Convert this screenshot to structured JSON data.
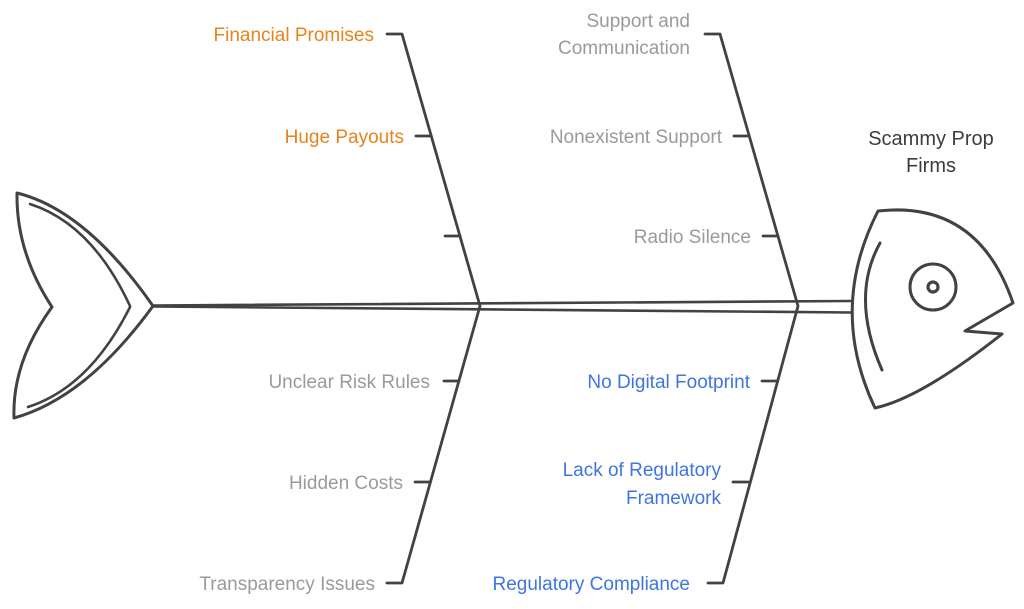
{
  "diagram": {
    "type": "fishbone",
    "head_label": "Scammy Prop Firms",
    "head_label_lines": [
      "Scammy Prop",
      "Firms"
    ]
  },
  "colors": {
    "line": "#424242",
    "orange": "#E8821C",
    "gray": "#9A9A9A",
    "blue": "#3E75E3",
    "title": "#3C3C3C",
    "background": "#FFFFFF"
  },
  "branches": {
    "top_left": {
      "color": "#E8821C",
      "labels": [
        {
          "lines": [
            "Financial Promises"
          ]
        },
        {
          "lines": [
            "Huge Payouts"
          ]
        },
        {
          "lines": [
            ""
          ]
        }
      ]
    },
    "top_right": {
      "color": "#9A9A9A",
      "labels": [
        {
          "lines": [
            "Support and",
            "Communication"
          ]
        },
        {
          "lines": [
            "Nonexistent Support"
          ]
        },
        {
          "lines": [
            "Radio Silence"
          ]
        }
      ]
    },
    "bottom_left": {
      "color": "#9A9A9A",
      "labels": [
        {
          "lines": [
            "Unclear Risk Rules"
          ]
        },
        {
          "lines": [
            "Hidden Costs"
          ]
        },
        {
          "lines": [
            "Transparency Issues"
          ]
        }
      ]
    },
    "bottom_right": {
      "color": "#3E75E3",
      "labels": [
        {
          "lines": [
            "No Digital Footprint"
          ]
        },
        {
          "lines": [
            "Lack of Regulatory",
            "Framework"
          ]
        },
        {
          "lines": [
            "Regulatory Compliance"
          ]
        }
      ]
    }
  }
}
